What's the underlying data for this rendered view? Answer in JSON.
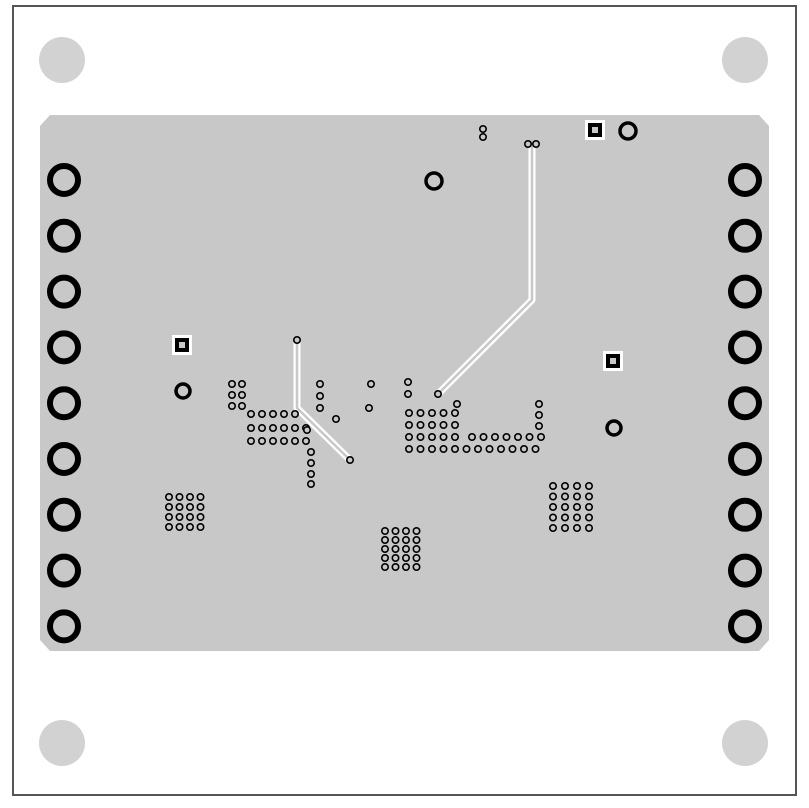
{
  "board": {
    "outline_color": "#555555",
    "background_color": "#ffffff",
    "copper_pour_color": "#c8c8c8",
    "mounting_hole_color": "#d2d2d2",
    "pad_color": "#000000",
    "trace_color": "#ffffff",
    "mounting_hole_count": 4,
    "left_header_pin_count": 9,
    "right_header_pin_count": 9,
    "square_pad_count": 3,
    "round_pad_count": 4,
    "signal_trace_count": 2
  }
}
